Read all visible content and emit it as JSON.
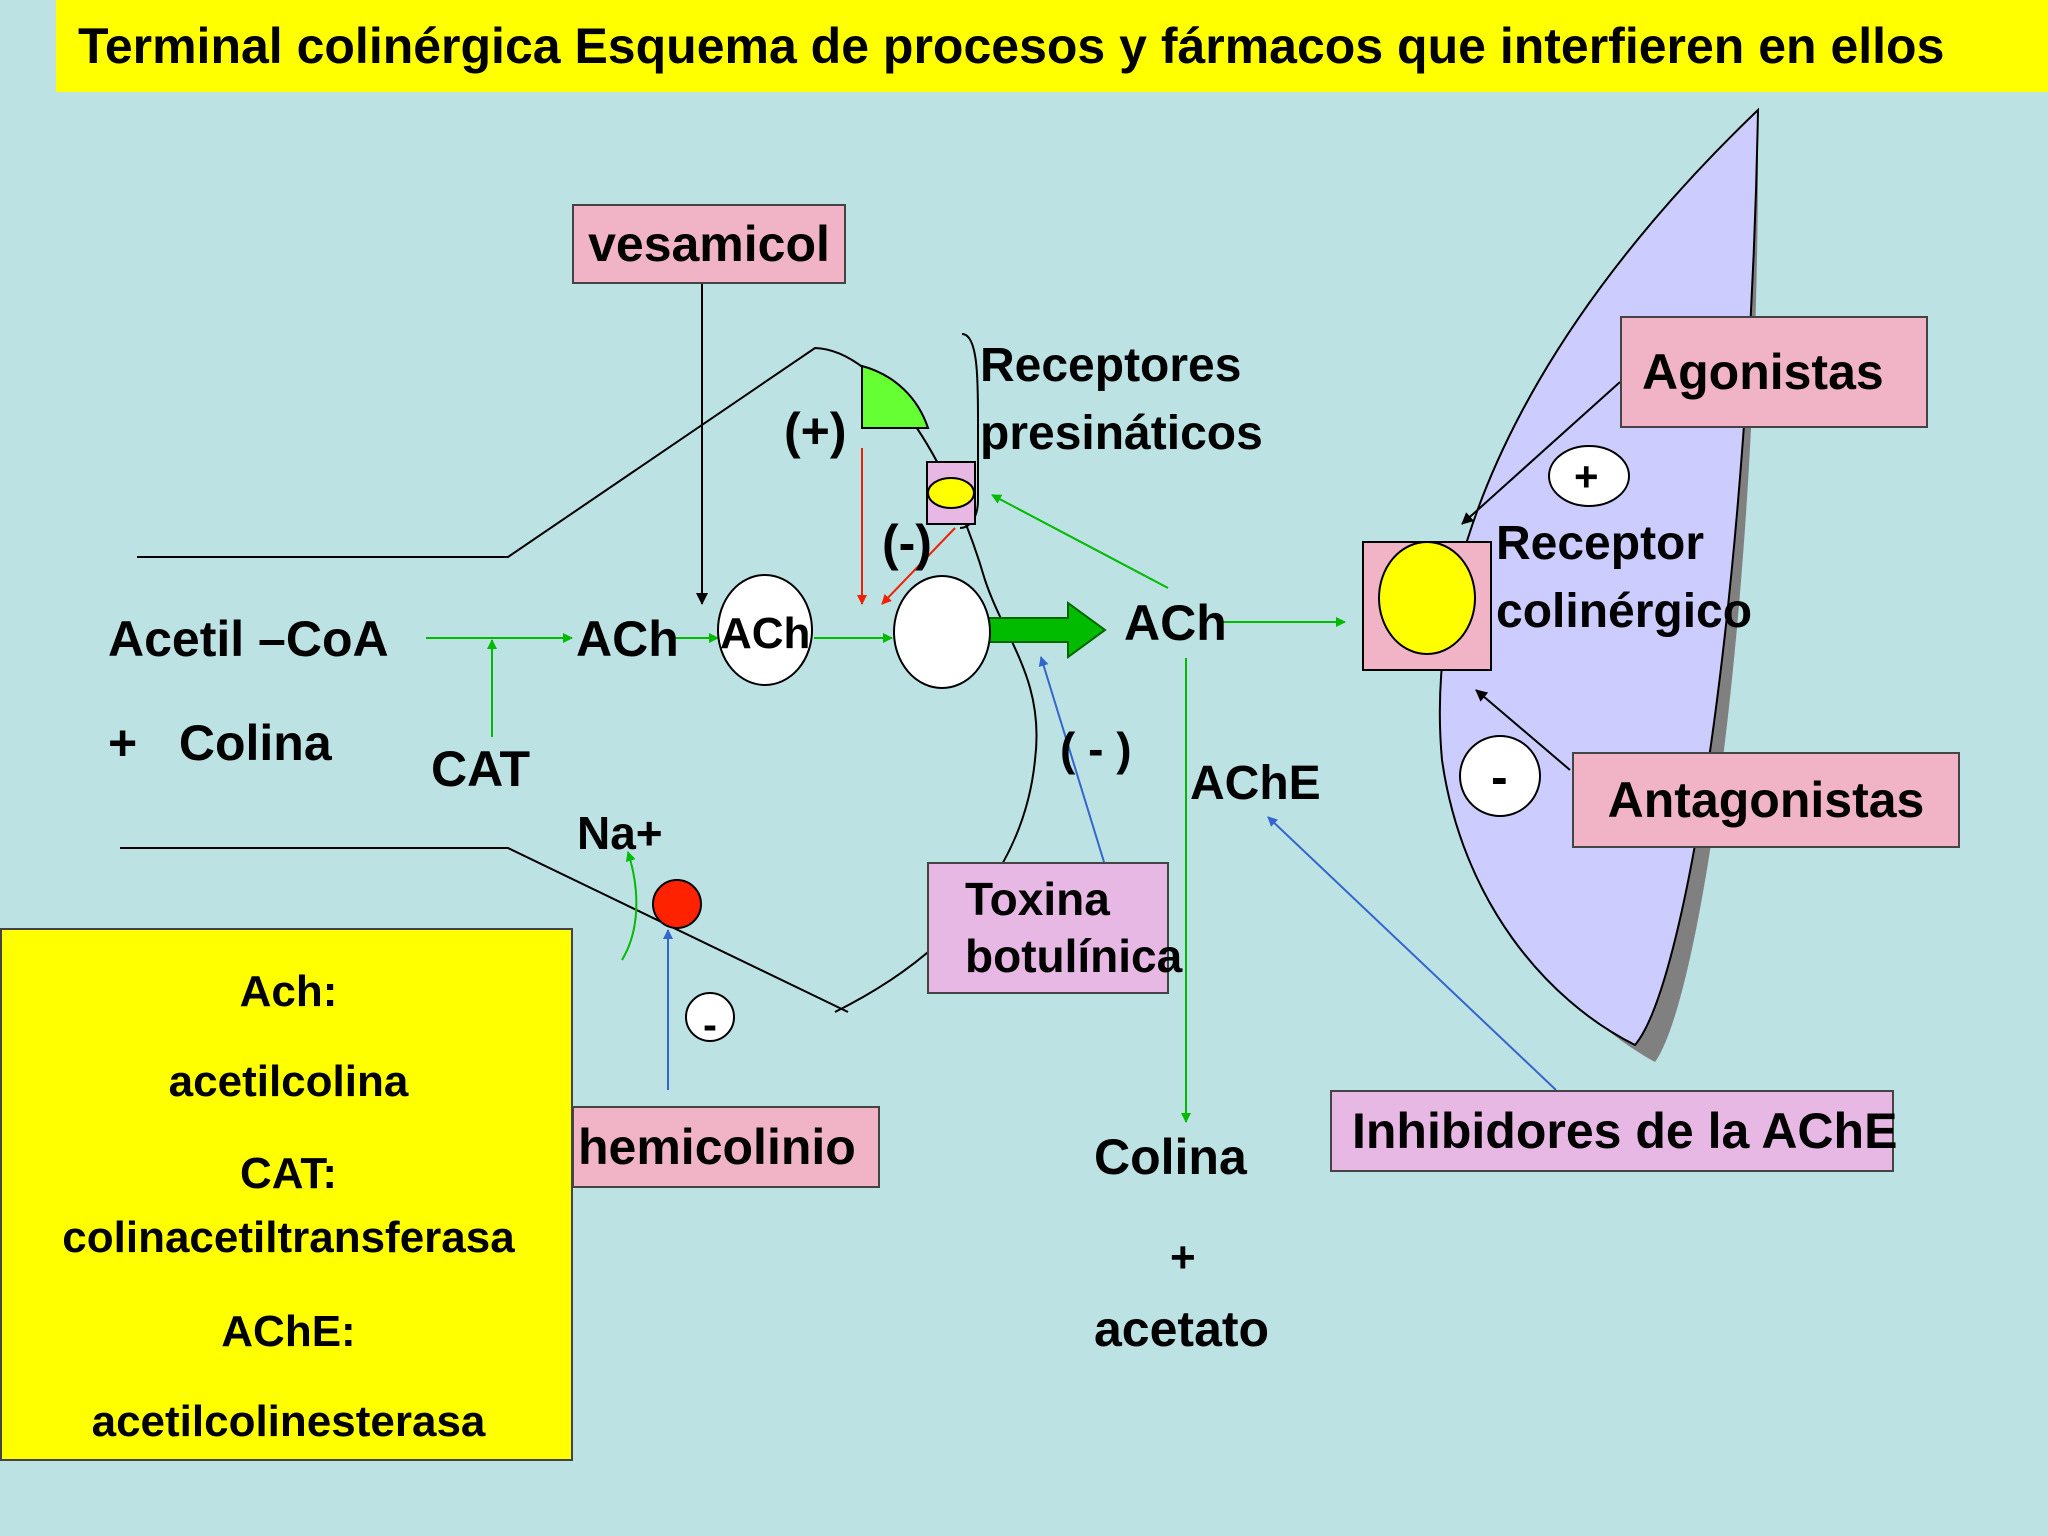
{
  "title": "Terminal colinérgica Esquema de procesos y fármacos que interfieren en ellos",
  "labels": {
    "acetil_coa": "Acetil –CoA",
    "plus_colina": "+   Colina",
    "cat": "CAT",
    "ach_free": "ACh",
    "ach_vesicle": "ACh",
    "ach_cleft": "ACh",
    "plus_signal": "(+)",
    "minus_signal": "(-)",
    "minus_toxin": "( - )",
    "na_plus": "Na+",
    "receptores_line1": "Receptores",
    "receptores_line2": "presináticos",
    "receptor_line1": "Receptor",
    "receptor_line2": "colinérgico",
    "ache": "AChE",
    "colina_product": "Colina",
    "plus_product": "+",
    "acetato": "acetato",
    "plus_circle": "+",
    "minus_circle_antagonist": "-",
    "minus_circle_hemicolinio": "-"
  },
  "drug_boxes": {
    "vesamicol": "vesamicol",
    "agonistas": "Agonistas",
    "antagonistas": "Antagonistas",
    "toxina_line1": "Toxina",
    "toxina_line2": "botulínica",
    "hemicolinio": "hemicolinio",
    "inhibidores": "Inhibidores de la AChE"
  },
  "legend": {
    "ach_term": "Ach:",
    "ach_def": "acetilcolina",
    "cat_term": "CAT:",
    "cat_def": "colinacetiltransferasa",
    "ache_term": "AChE:",
    "ache_def": "acetilcolinesterasa"
  },
  "colors": {
    "background": "#bde2e4",
    "title_bar": "#ffff00",
    "legend_bg": "#ffff00",
    "drug_box_pink": "#f1b4c6",
    "drug_box_mauve": "#e7b8e4",
    "postsynaptic": "#ccccff",
    "green_arrow": "#00bb00",
    "red_arrow": "#ee2200",
    "blue_arrow": "#3366cc",
    "receptor_yellow": "#ffff00",
    "transporter_red": "#ff2200"
  }
}
